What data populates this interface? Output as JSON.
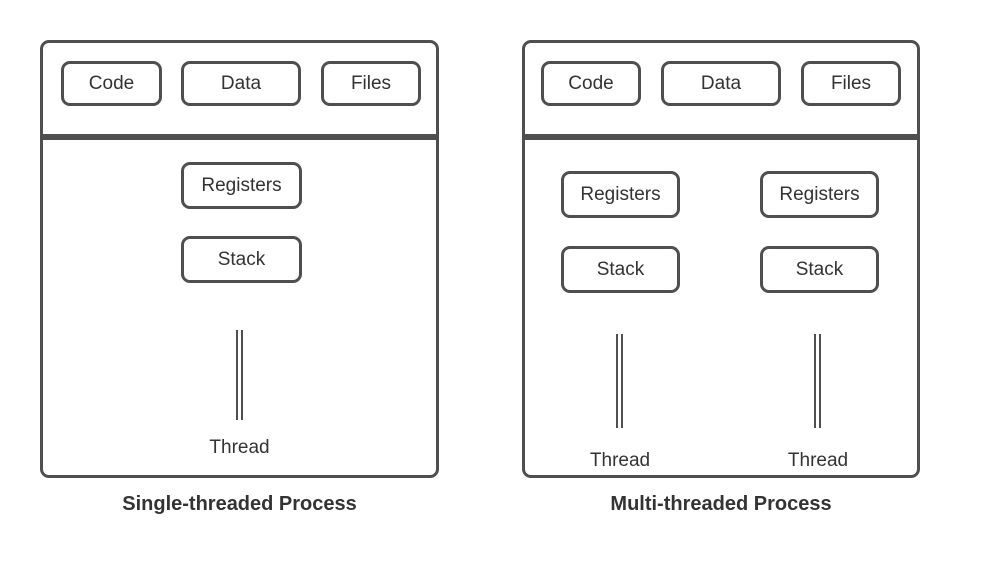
{
  "palette": {
    "background": "#ffffff",
    "stroke": "#4f4f4f",
    "text": "#333333"
  },
  "single": {
    "caption": "Single-threaded Process",
    "top_boxes": [
      "Code",
      "Data",
      "Files"
    ],
    "registers_label": "Registers",
    "stack_label": "Stack",
    "thread_label": "Thread",
    "thread_icon": "double-vertical-line"
  },
  "multi": {
    "caption": "Multi-threaded Process",
    "top_boxes": [
      "Code",
      "Data",
      "Files"
    ],
    "columns": [
      {
        "registers_label": "Registers",
        "stack_label": "Stack",
        "thread_label": "Thread",
        "thread_icon": "double-vertical-line"
      },
      {
        "registers_label": "Registers",
        "stack_label": "Stack",
        "thread_label": "Thread",
        "thread_icon": "double-vertical-line"
      }
    ]
  }
}
